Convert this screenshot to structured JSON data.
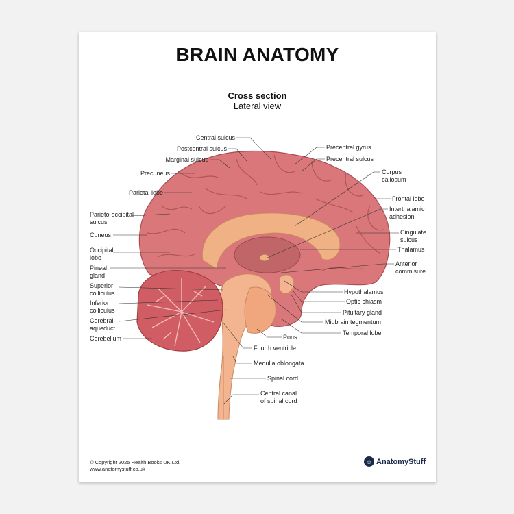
{
  "title": "BRAIN ANATOMY",
  "subtitle": "Cross section",
  "view": "Lateral view",
  "labels_left": [
    {
      "id": "central-sulcus",
      "lines": [
        "Central sulcus"
      ]
    },
    {
      "id": "postcentral-sulcus",
      "lines": [
        "Postcentral sulcus"
      ]
    },
    {
      "id": "marginal-sulcus",
      "lines": [
        "Marginal sulcus"
      ]
    },
    {
      "id": "precuneus",
      "lines": [
        "Precuneus"
      ]
    },
    {
      "id": "parietal-lobe",
      "lines": [
        "Parietal lobe"
      ]
    },
    {
      "id": "parieto-occipital-sulcus",
      "lines": [
        "Parieto-occipital",
        "sulcus"
      ]
    },
    {
      "id": "cuneus",
      "lines": [
        "Cuneus"
      ]
    },
    {
      "id": "occipital-lobe",
      "lines": [
        "Occipital",
        "lobe"
      ]
    },
    {
      "id": "pineal-gland",
      "lines": [
        "Pineal",
        "gland"
      ]
    },
    {
      "id": "superior-colliculus",
      "lines": [
        "Superior",
        "colliculus"
      ]
    },
    {
      "id": "inferior-colliculus",
      "lines": [
        "Inferior",
        "colliculus"
      ]
    },
    {
      "id": "cerebral-aqueduct",
      "lines": [
        "Cerebral",
        "aqueduct"
      ]
    },
    {
      "id": "cerebellum",
      "lines": [
        "Cerebellum"
      ]
    }
  ],
  "labels_right": [
    {
      "id": "precentral-gyrus",
      "lines": [
        "Precentral gyrus"
      ]
    },
    {
      "id": "precentral-sulcus",
      "lines": [
        "Precentral sulcus"
      ]
    },
    {
      "id": "corpus-callosum",
      "lines": [
        "Corpus",
        "callosum"
      ]
    },
    {
      "id": "frontal-lobe",
      "lines": [
        "Frontal lobe"
      ]
    },
    {
      "id": "interthalamic-adhesion",
      "lines": [
        "Interthalamic",
        "adhesion"
      ]
    },
    {
      "id": "cingulate-sulcus",
      "lines": [
        "Cingulate",
        "sulcus"
      ]
    },
    {
      "id": "thalamus",
      "lines": [
        "Thalamus"
      ]
    },
    {
      "id": "anterior-commisure",
      "lines": [
        "Anterior",
        "commisure"
      ]
    },
    {
      "id": "hypothalamus",
      "lines": [
        "Hypothalamus"
      ]
    },
    {
      "id": "optic-chiasm",
      "lines": [
        "Optic chiasm"
      ]
    },
    {
      "id": "pituitary-gland",
      "lines": [
        "Pituitary gland"
      ]
    },
    {
      "id": "midbrain-tegmentum",
      "lines": [
        "Midbrain tegmentum"
      ]
    },
    {
      "id": "temporal-lobe",
      "lines": [
        "Temporal lobe"
      ]
    }
  ],
  "labels_bottom": [
    {
      "id": "pons",
      "lines": [
        "Pons"
      ]
    },
    {
      "id": "fourth-ventricle",
      "lines": [
        "Fourth ventricle"
      ]
    },
    {
      "id": "medulla-oblongata",
      "lines": [
        "Medulla oblongata"
      ]
    },
    {
      "id": "spinal-cord",
      "lines": [
        "Spinal cord"
      ]
    },
    {
      "id": "central-canal",
      "lines": [
        "Central canal",
        "of spinal cord"
      ]
    }
  ],
  "copyright": "© Copyright 2025 Health Books UK Ltd.",
  "website": "www.anatomystuff.co.uk",
  "brand": "AnatomyStuff",
  "colors": {
    "cortex": "#d9777a",
    "cortex_dark": "#b9575b",
    "callosum": "#f0b184",
    "brainstem": "#f3b58f",
    "cerebellum": "#cf5d63"
  }
}
